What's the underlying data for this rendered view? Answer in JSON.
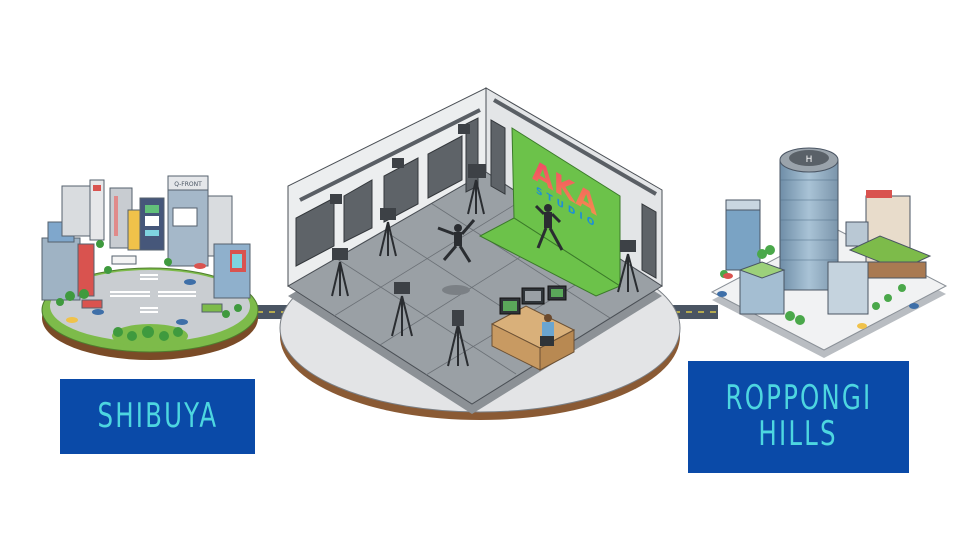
{
  "diagram": {
    "type": "isometric-illustration",
    "nodes": [
      {
        "id": "shibuya",
        "label": "SHIBUYA",
        "description": "Isometric Shibuya scramble crossing with buildings, buses, cars, trees",
        "building_sign": "Q-FRONT"
      },
      {
        "id": "aka-studio",
        "label": "AKA STUDIO",
        "logo_top": "AKA",
        "logo_bottom": "STUDIO",
        "description": "Isometric motion-capture studio with green screen, tripod cameras, performers in mocap suits, operator at desk with monitors"
      },
      {
        "id": "roppongi-hills",
        "label_lines": [
          "ROPPONGI",
          "HILLS"
        ],
        "description": "Isometric Roppongi Hills Mori Tower with helipad and surrounding buildings",
        "helipad_letter": "H"
      }
    ],
    "edges": [
      {
        "from": "shibuya",
        "to": "aka-studio",
        "style": "road"
      },
      {
        "from": "aka-studio",
        "to": "roppongi-hills",
        "style": "road"
      }
    ]
  },
  "labels": {
    "shibuya": "SHIBUYA",
    "roppongi_line1": "ROPPONGI",
    "roppongi_line2": "HILLS",
    "studio_logo_top": "AKA",
    "studio_logo_bottom": "STUDIO",
    "qfront_sign": "Q-FRONT",
    "helipad": "H"
  },
  "colors": {
    "label_bg": "#0a4aa8",
    "label_text": "#4dd6e0",
    "green_screen": "#6cc24a",
    "logo_gradient_start": "#f2406a",
    "logo_gradient_end": "#f59a4a",
    "logo_sub": "#1e8fd6",
    "platform_top": "#e3e4e6",
    "platform_base": "#8a5a34",
    "road": "#4a5563",
    "road_line": "#d8c64a"
  }
}
